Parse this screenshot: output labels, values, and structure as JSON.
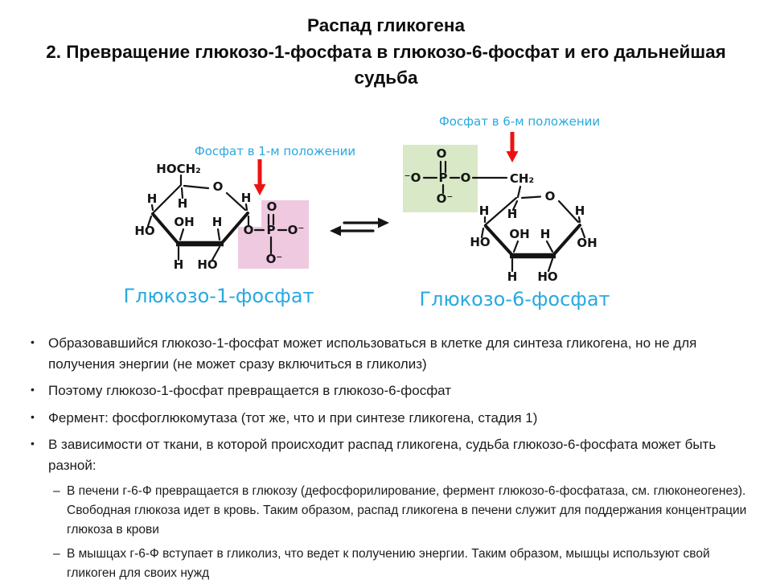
{
  "slide": {
    "title_line1": "Распад гликогена",
    "title_line2": "2. Превращение глюкозо-1-фосфата в глюкозо-6-фосфат и его дальнейшая судьба"
  },
  "diagram": {
    "g1p": {
      "annotation": "Фосфат в 1-м положении",
      "name": "Глюкозо-1-фосфат",
      "atoms": {
        "hoch2": "HOCH₂",
        "ring_o": "O",
        "h_c1": "H",
        "h_c4_top": "H",
        "h_c5_inner": "H",
        "oh_c3_inner": "OH",
        "h_c2_inner": "H",
        "ho_c4": "HO",
        "o_link": "O",
        "p": "P",
        "o_double": "O",
        "o_minus_right": "O⁻",
        "o_minus_down": "O⁻",
        "h_c3_bottom": "H",
        "ho_c2_bottom": "HO"
      }
    },
    "g6p": {
      "annotation": "Фосфат в 6-м положении",
      "name": "Глюкозо-6-фосфат",
      "atoms": {
        "o_double": "O",
        "o_minus_left": "⁻O",
        "p": "P",
        "o_link": "O",
        "ch2": "CH₂",
        "o_minus_down": "O⁻",
        "ring_o": "O",
        "h_c4_top": "H",
        "h_c5_inner": "H",
        "h_c1_top": "H",
        "oh_c3_inner": "OH",
        "h_c2_inner": "H",
        "ho_c4": "HO",
        "oh_c1": "OH",
        "h_c3_bottom": "H",
        "ho_c2_bottom": "HO"
      }
    }
  },
  "bullets": [
    {
      "text": "Образовавшийся глюкозо-1-фосфат может использоваться в клетке для синтеза гликогена, но не для получения энергии (не может сразу включиться в гликолиз)"
    },
    {
      "text": "Поэтому глюкозо-1-фосфат превращается в глюкозо-6-фосфат"
    },
    {
      "text": "Фермент: фосфоглюкомутаза (тот же, что и при синтезе гликогена, стадия 1)"
    },
    {
      "text": "В зависимости от ткани, в которой происходит распад гликогена, судьба глюкозо-6-фосфата может быть разной:",
      "sub": [
        "В печени г-6-Ф превращается в глюкозу (дефосфорилирование, фермент глюкозо-6-фосфатаза, см. глюконеогенез). Свободная глюкоза идет в кровь. Таким образом, распад гликогена в печени служит для поддержания концентрации глюкоза в крови",
        "В мышцах г-6-Ф вступает в гликолиз, что ведет к получению энергии. Таким образом, мышцы используют свой гликоген для своих нужд"
      ]
    }
  ],
  "colors": {
    "accent_cyan": "#29a9e0",
    "arrow_red": "#ee1111",
    "highlight_pink": "#eec9df",
    "highlight_green": "#d9e8c6",
    "text": "#1c1c1c"
  }
}
